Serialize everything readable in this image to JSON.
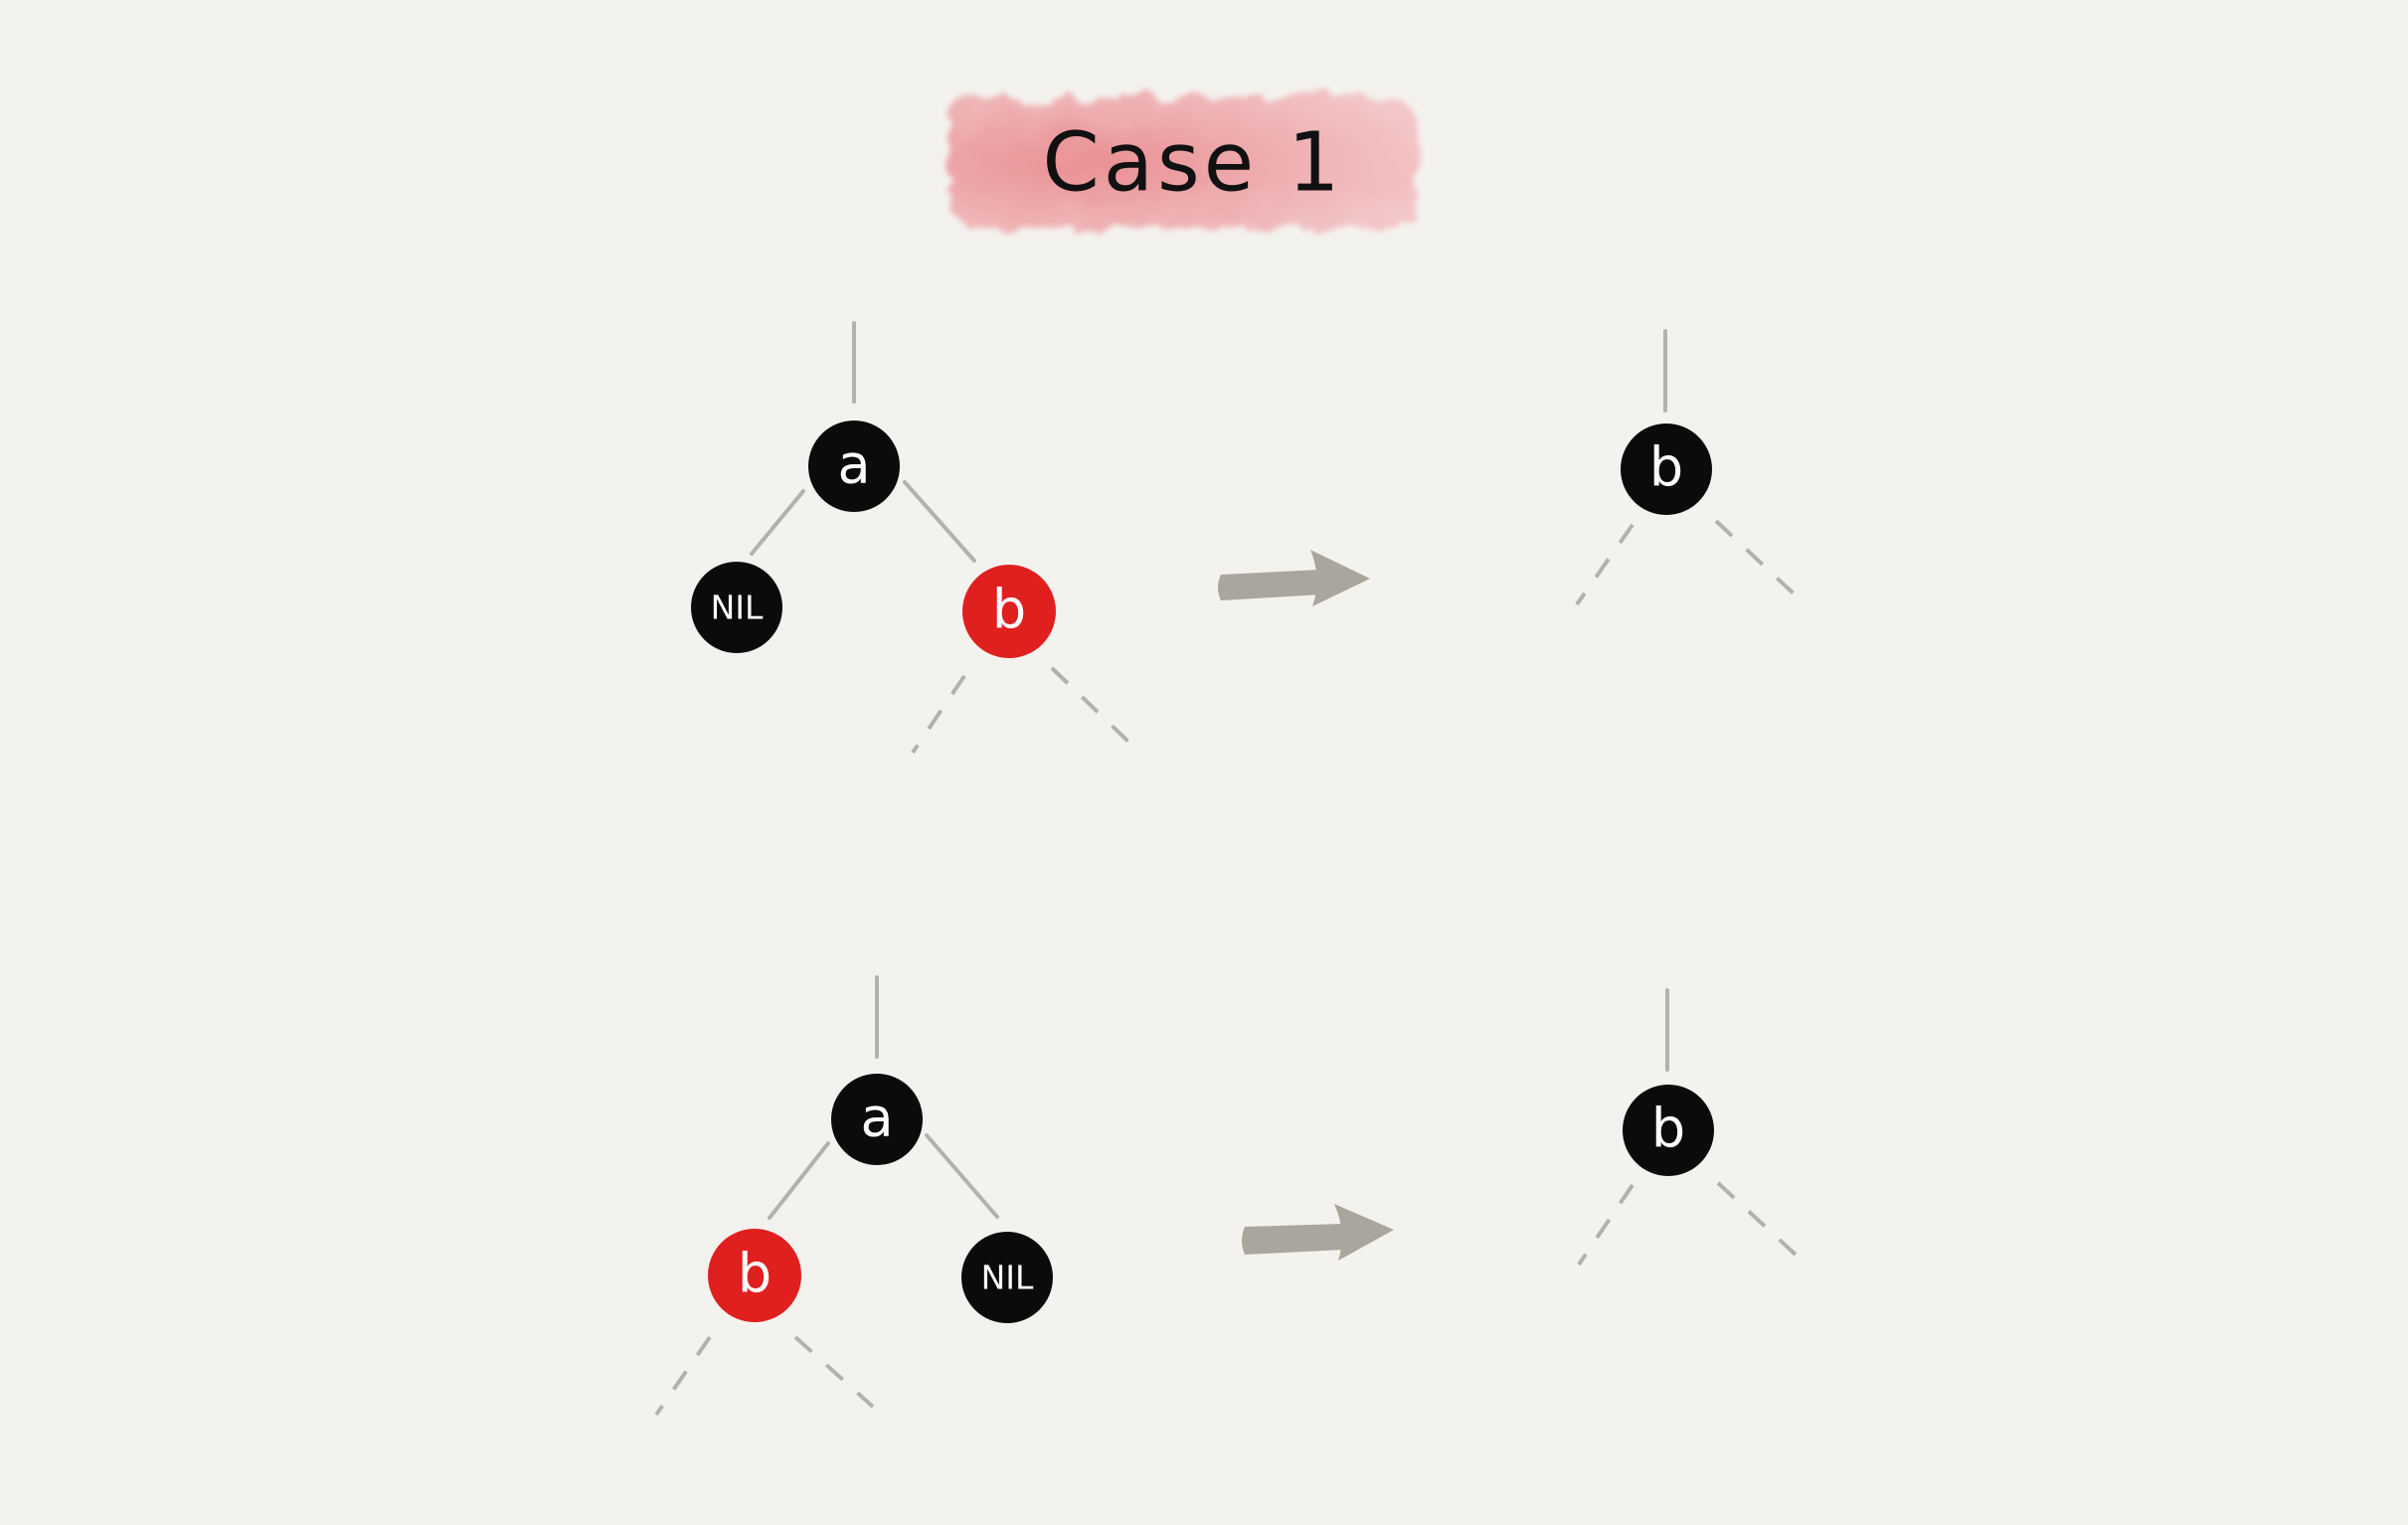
{
  "title": "Case 1",
  "colors": {
    "background": "#f4f2ee",
    "black_node": "#0b0b0b",
    "red_node": "#e01f1f",
    "edge": "#b3b1ab",
    "arrow": "#aaa69d",
    "title_highlight": "#eba5a7"
  },
  "diagrams": [
    {
      "before": {
        "root": {
          "label": "a",
          "color": "black"
        },
        "left_child": {
          "label": "NIL",
          "color": "black"
        },
        "right_child": {
          "label": "b",
          "color": "red"
        }
      },
      "after": {
        "root": {
          "label": "b",
          "color": "black"
        }
      }
    },
    {
      "before": {
        "root": {
          "label": "a",
          "color": "black"
        },
        "left_child": {
          "label": "b",
          "color": "red"
        },
        "right_child": {
          "label": "NIL",
          "color": "black"
        }
      },
      "after": {
        "root": {
          "label": "b",
          "color": "black"
        }
      }
    }
  ]
}
